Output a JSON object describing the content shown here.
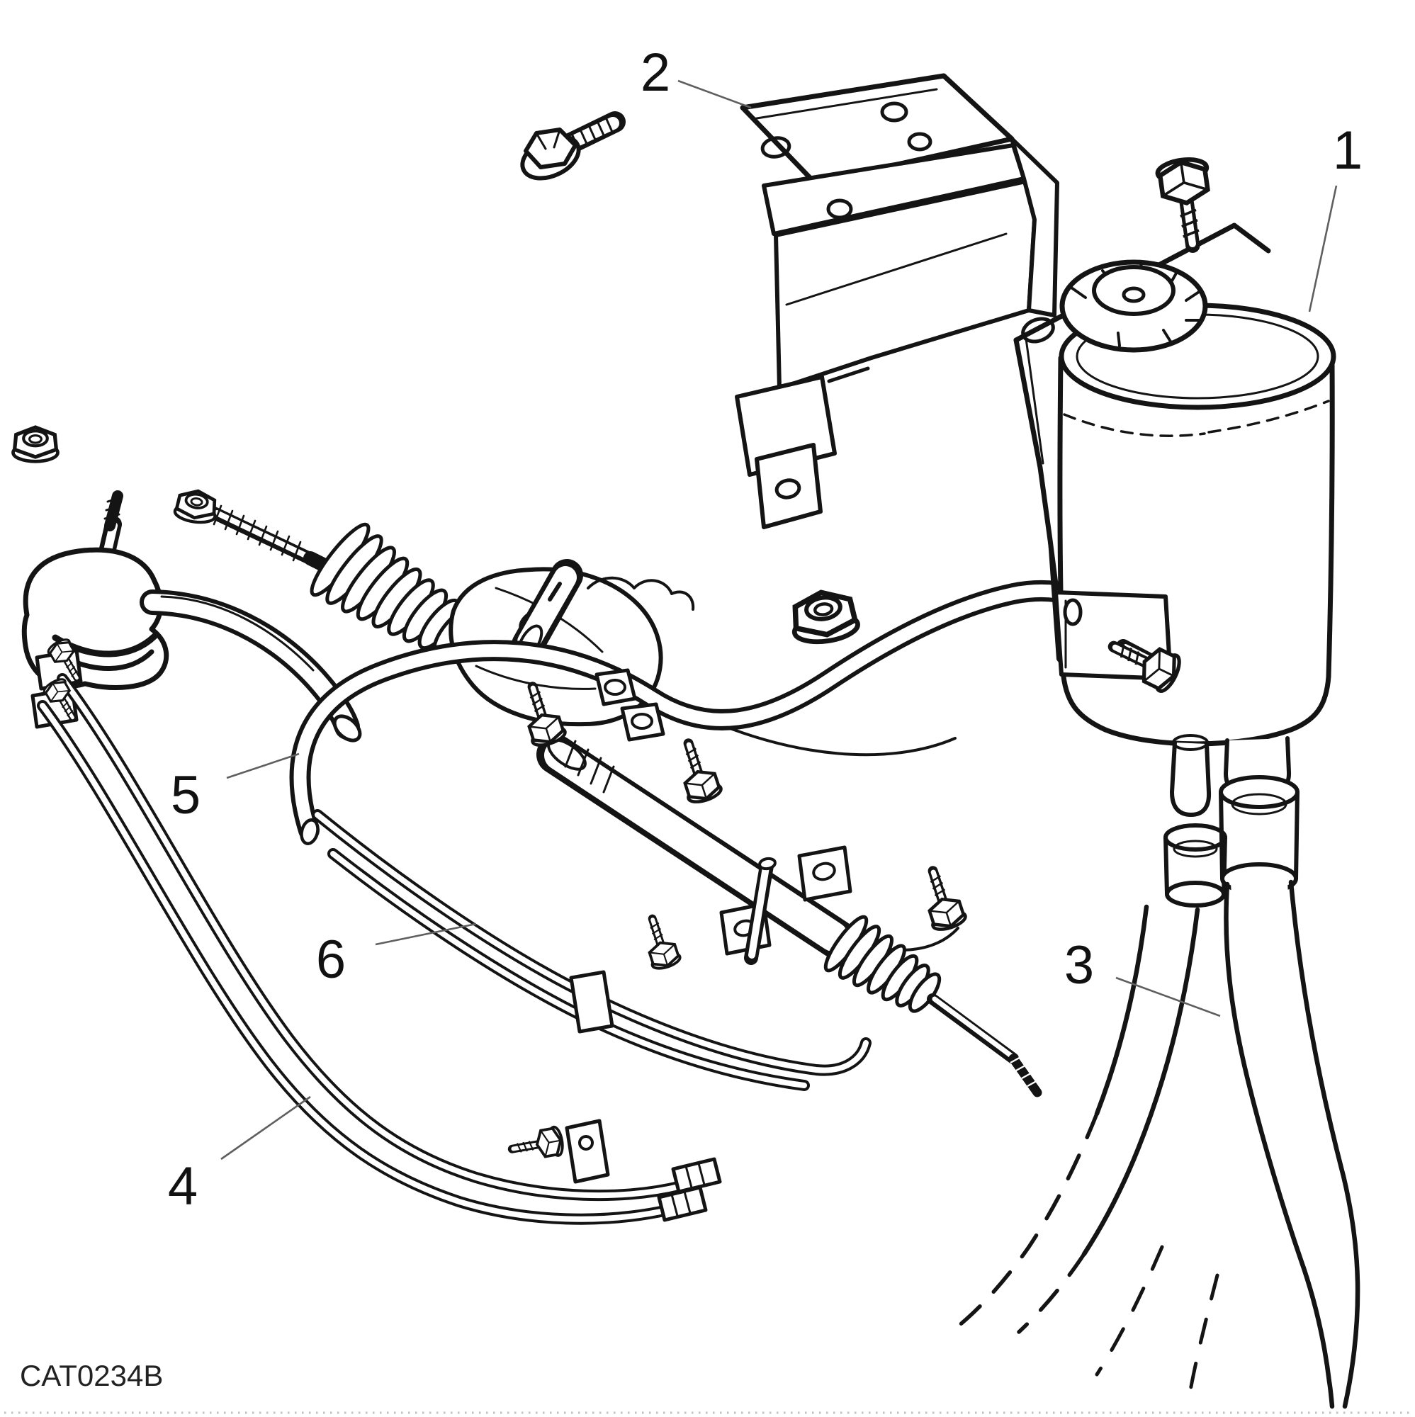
{
  "diagram": {
    "drawing_code": "CAT0234B",
    "callouts": [
      {
        "label": "1",
        "part": "power-steering-reservoir"
      },
      {
        "label": "2",
        "part": "reservoir-mounting-bracket"
      },
      {
        "label": "3",
        "part": "reservoir-hoses"
      },
      {
        "label": "4",
        "part": "cooler-pipe-assembly"
      },
      {
        "label": "5",
        "part": "return-hose"
      },
      {
        "label": "6",
        "part": "transfer-pipes"
      }
    ],
    "colors": {
      "line": "#141414",
      "leader": "#5f5f5f",
      "background": "#ffffff",
      "border_dots": "#c0c0c0"
    }
  }
}
